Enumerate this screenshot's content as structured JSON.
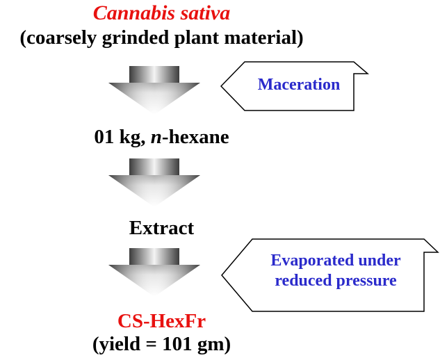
{
  "title": {
    "text": "Cannabis sativa",
    "color": "#e8110f"
  },
  "subtitle": "(coarsely grinded plant material)",
  "step1": {
    "amount": "01 kg, ",
    "solvent_italic": "n",
    "solvent_rest": "-hexane"
  },
  "step2": "Extract",
  "result": {
    "text": "CS-HexFr",
    "color": "#e8110f"
  },
  "yield": "(yield = 101 gm)",
  "callouts": {
    "maceration": {
      "text": "Maceration",
      "color": "#2a2acb"
    },
    "evaporation": {
      "line1": "Evaporated under",
      "line2": "reduced pressure",
      "color": "#2a2acb"
    }
  },
  "colors": {
    "text_main": "#000000",
    "arrow_dark": "#3a3a3a",
    "arrow_light": "#f2f2f2"
  }
}
